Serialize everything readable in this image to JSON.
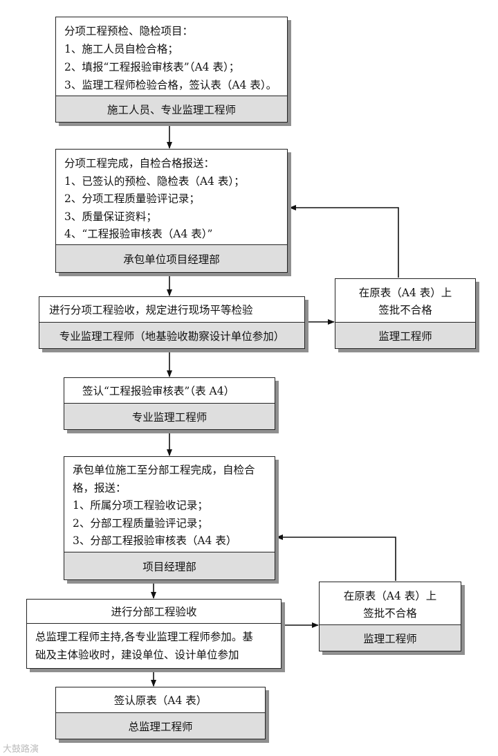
{
  "boxes": {
    "b1": {
      "lines": [
        "分项工程预检、隐检项目：",
        "1、施工人员自检合格；",
        "2、填报“工程报验审核表”（A4 表）；",
        "3、监理工程师检验合格，签认表（A4 表）。"
      ],
      "footer": "施工人员、专业监理工程师"
    },
    "b2": {
      "lines": [
        "分项工程完成，自检合格报送：",
        "1、已签认的预检、隐检表（A4 表）；",
        "2、分项工程质量验评记录；",
        "3、质量保证资料；",
        "4、“工程报验审核表（A4 表）”"
      ],
      "footer": "承包单位项目经理部"
    },
    "b3": {
      "lines": [
        "进行分项工程验收，规定进行现场平等检验"
      ],
      "footer": "专业监理工程师（地基验收勘察设计单位参加）"
    },
    "r1": {
      "lines": [
        "在原表（A4 表）上",
        "签批不合格"
      ],
      "footer": "监理工程师"
    },
    "b4": {
      "lines": [
        "签认“工程报验审核表”（表 A4）"
      ],
      "footer": "专业监理工程师"
    },
    "b5": {
      "lines": [
        "承包单位施工至分部工程完成，自检合",
        "格，报送：",
        "1、所属分项工程验收记录；",
        "2、分部工程质量验评记录；",
        "3、分部工程报验审核表（A4 表）"
      ],
      "footer": "项目经理部"
    },
    "b6": {
      "lines": [
        "进行分部工程验收"
      ],
      "footer_lines": [
        "总监理工程师主持,各专业监理工程师参加。基",
        "础及主体验收时，建设单位、设计单位参加"
      ]
    },
    "r2": {
      "lines": [
        "在原表（A4 表）上",
        "签批不合格"
      ],
      "footer": "监理工程师"
    },
    "b7": {
      "lines": [
        "签认原表（A4 表）"
      ],
      "footer": "总监理工程师"
    }
  },
  "watermark": "大鼓路演",
  "colors": {
    "border": "#222222",
    "footer_bg": "#dedede",
    "shadow": "#8f8f8f"
  }
}
